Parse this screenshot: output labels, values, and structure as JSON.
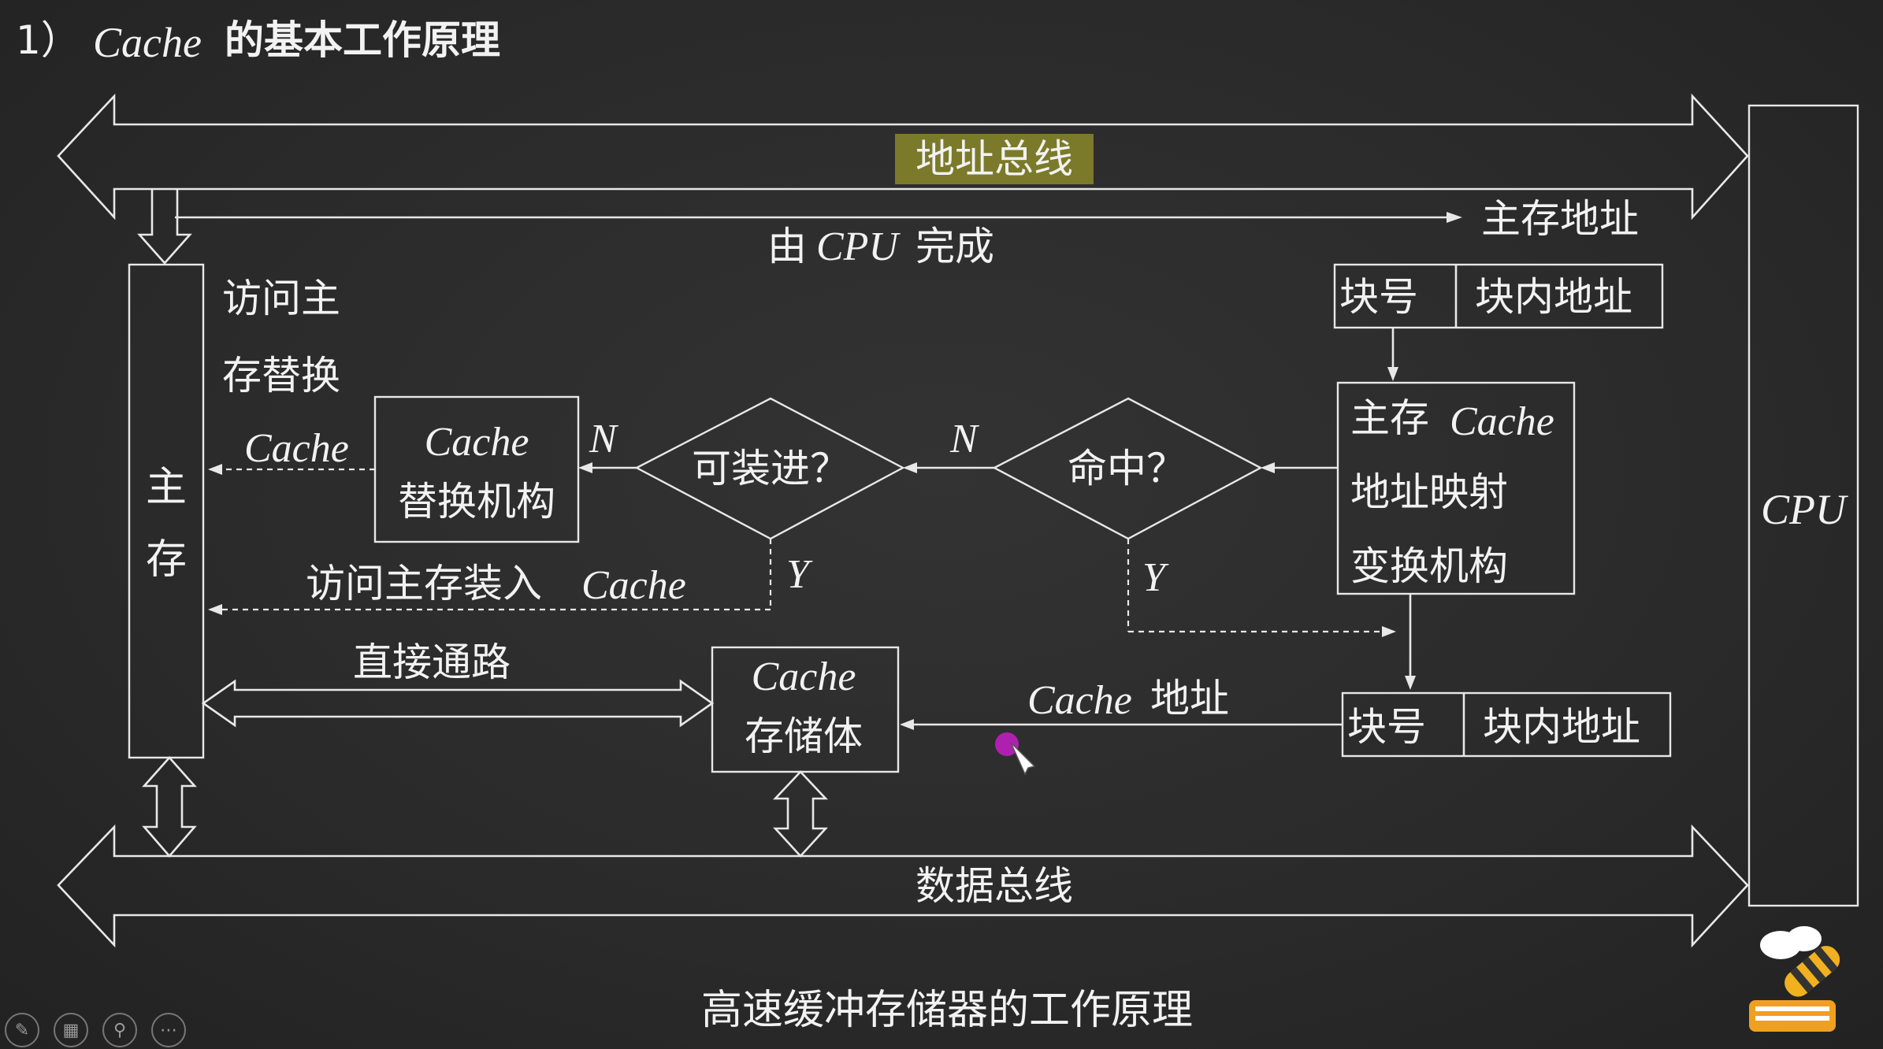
{
  "title": {
    "prefix": "1）",
    "cache_word": "Cache",
    "rest": "的基本工作原理"
  },
  "address_bus": {
    "label": "地址总线",
    "highlight_color": "#7a7a2a"
  },
  "data_bus": {
    "label": "数据总线"
  },
  "cpu": {
    "label": "CPU"
  },
  "main_memory": {
    "label_top": "主",
    "label_bottom": "存"
  },
  "labels": {
    "by_cpu_prefix": "由",
    "by_cpu_cpu": "CPU",
    "by_cpu_suffix": "完成",
    "main_addr": "主存地址",
    "visit_replace_line1": "访问主",
    "visit_replace_line2": "存替换",
    "cache_dashed": "Cache",
    "n_left": "N",
    "n_right": "N",
    "y_left": "Y",
    "y_right": "Y",
    "visit_load_prefix": "访问主存装入",
    "visit_load_cache": "Cache",
    "direct_path": "直接通路",
    "cache_addr_cache": "Cache",
    "cache_addr_suffix": "地址",
    "caption": "高速缓冲存储器的工作原理"
  },
  "boxes": {
    "replace_mech_line1": "Cache",
    "replace_mech_line2": "替换机构",
    "can_load": "可装进？",
    "hit": "命中？",
    "mapping_line1_prefix": "主存",
    "mapping_line1_cache": "Cache",
    "mapping_line2": "地址映射",
    "mapping_line3": "变换机构",
    "storage_line1": "Cache",
    "storage_line2": "存储体",
    "top_block_no": "块号",
    "top_block_offset": "块内地址",
    "bottom_block_no": "块号",
    "bottom_block_offset": "块内地址"
  },
  "toolbar": {
    "icons": [
      "pencil-icon",
      "grid-icon",
      "zoom-icon",
      "more-icon"
    ]
  },
  "colors": {
    "background": "#2a2a2a",
    "chalk": "#e8e8e8",
    "highlight": "#7a7a2a",
    "cursor_dot": "#b020b0"
  }
}
